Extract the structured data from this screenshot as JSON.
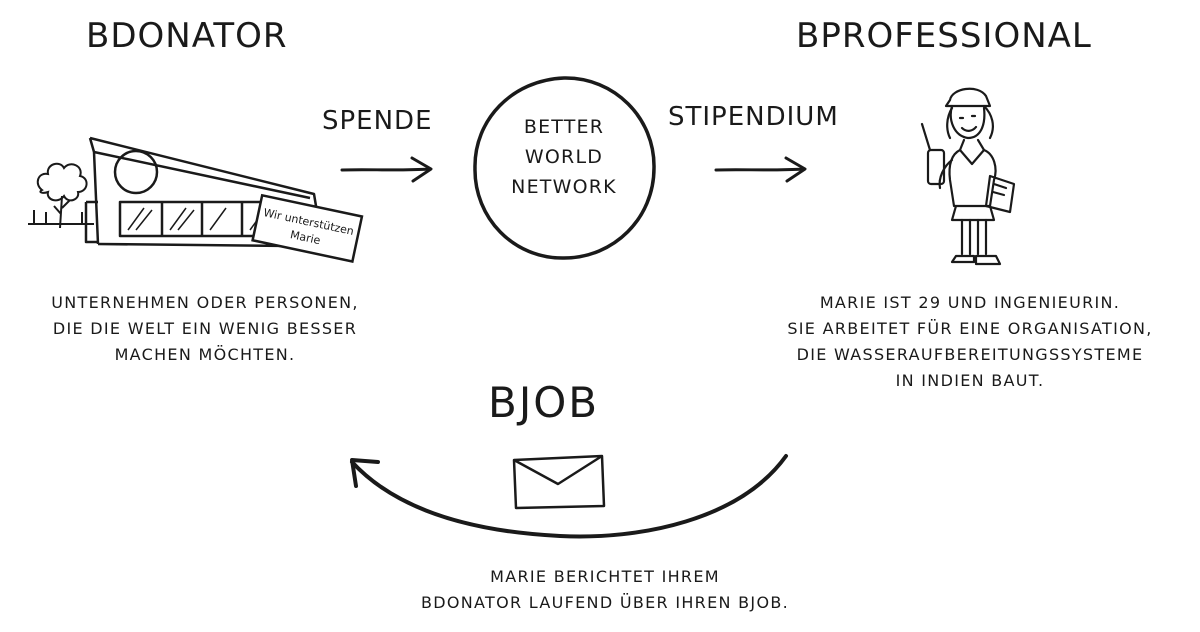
{
  "donator": {
    "title": "BDONATOR",
    "description": [
      "UNTERNEHMEN ODER PERSONEN,",
      "DIE DIE WELT EIN WENIG BESSER",
      "MACHEN MÖCHTEN."
    ],
    "sign_text": [
      "Wir unterstützen",
      "Marie"
    ]
  },
  "professional": {
    "title": "BPROFESSIONAL",
    "description": [
      "MARIE IST 29 UND INGENIEURIN.",
      "SIE ARBEITET FÜR EINE ORGANISATION,",
      "DIE WASSERAUFBEREITUNGSSYSTEME",
      "IN INDIEN BAUT."
    ]
  },
  "network": {
    "lines": [
      "BETTER",
      "WORLD",
      "NETWORK"
    ]
  },
  "flows": {
    "donation_label": "SPENDE",
    "scholarship_label": "STIPENDIUM"
  },
  "job": {
    "title": "BJOB",
    "description": [
      "MARIE BERICHTET IHREM",
      "BDONATOR LAUFEND ÜBER IHREN BJOB."
    ]
  }
}
